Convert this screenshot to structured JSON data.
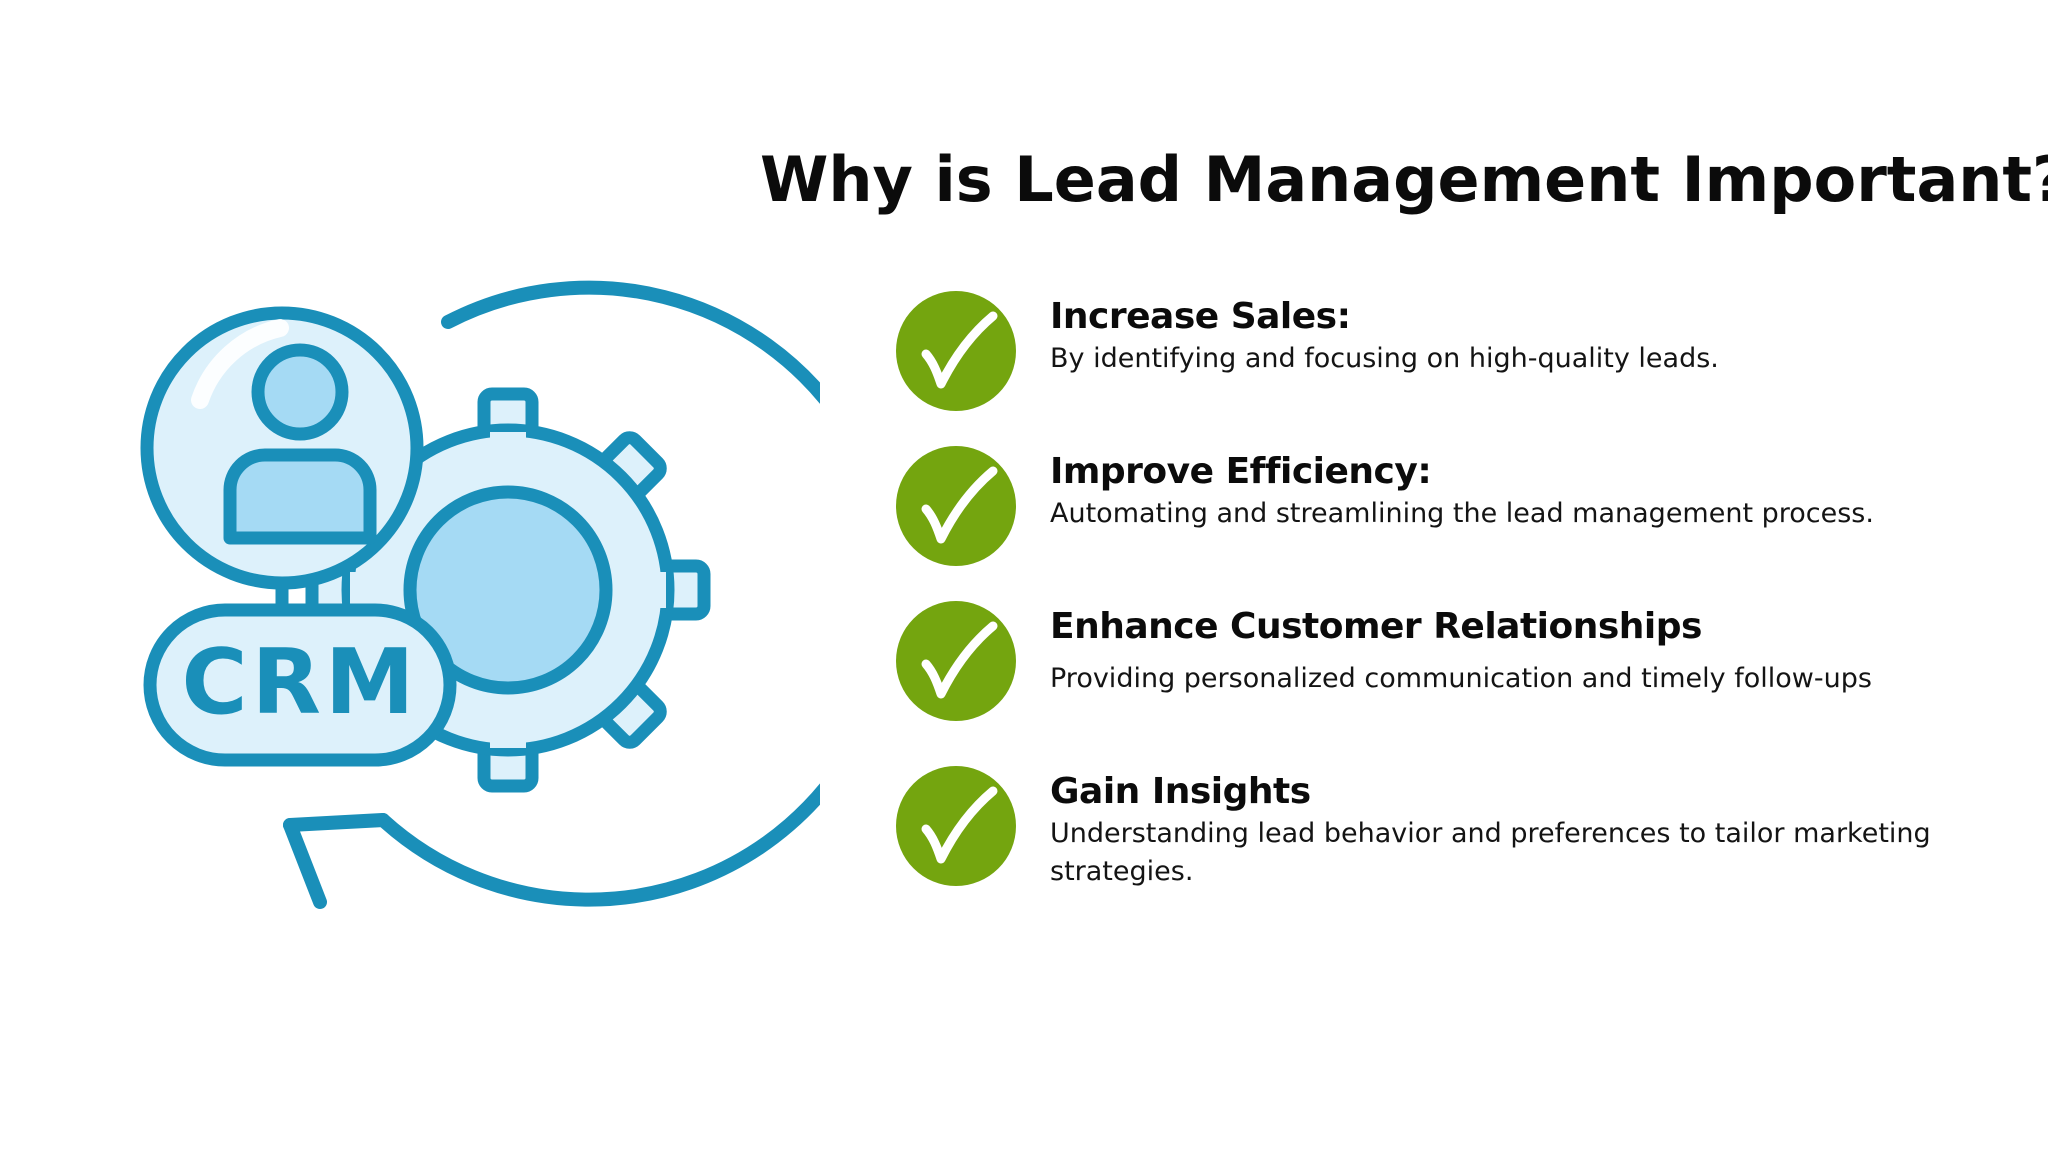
{
  "title": "Why is Lead Management Important?",
  "illustration": {
    "badge_text": "CRM",
    "icons": [
      "user-icon",
      "gear-icon",
      "cycle-arrow-icon"
    ],
    "colors": {
      "stroke": "#1a8fb9",
      "fill_light": "#ddf1fb",
      "fill_mid": "#a5daf4"
    }
  },
  "benefits": [
    {
      "heading": "Increase Sales:",
      "description": "By identifying and focusing on high-quality leads.",
      "icon": "checkmark-icon"
    },
    {
      "heading": "Improve Efficiency:",
      "description": "Automating and streamlining the lead management process.",
      "icon": "checkmark-icon"
    },
    {
      "heading": "Enhance Customer Relationships",
      "description": "Providing personalized communication and timely follow-ups",
      "icon": "checkmark-icon"
    },
    {
      "heading": "Gain Insights",
      "description": "Understanding lead behavior and preferences to tailor marketing strategies.",
      "icon": "checkmark-icon"
    }
  ],
  "colors": {
    "check_green": "#74a50f",
    "text": "#0b0b0b",
    "background": "#ffffff"
  }
}
